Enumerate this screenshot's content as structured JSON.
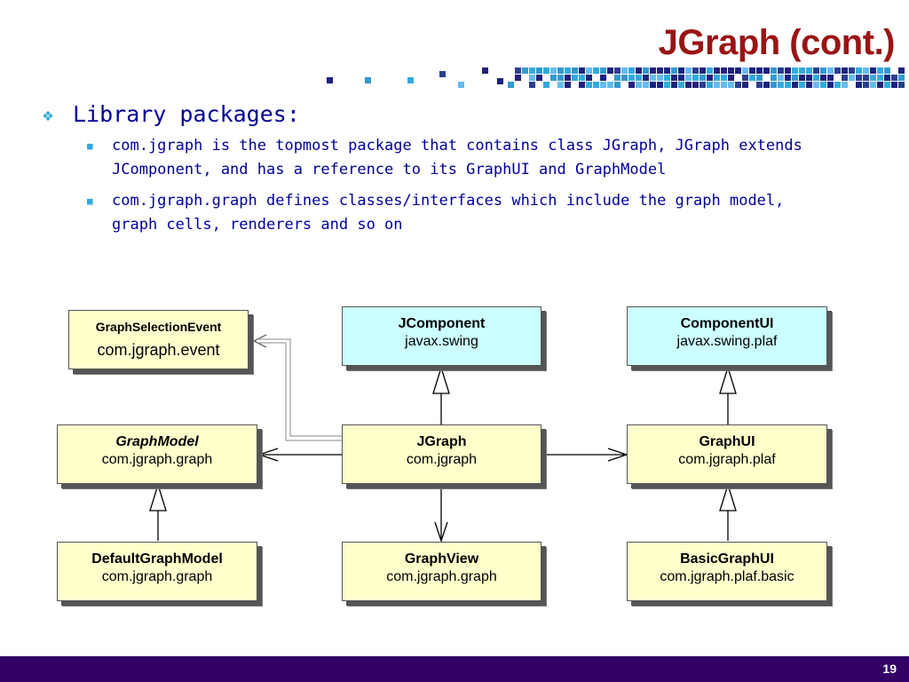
{
  "title": "JGraph (cont.)",
  "heading": "Library packages:",
  "bullets": [
    {
      "line1": "com.jgraph is the topmost package that contains class JGraph, JGraph extends",
      "line2": "JComponent, and has a reference to its GraphUI and GraphModel"
    },
    {
      "line1": "com.jgraph.graph defines classes/interfaces which include the graph model,",
      "line2": "graph cells, renderers and so on"
    }
  ],
  "boxes": {
    "selection_event": {
      "name": "GraphSelectionEvent",
      "pkg": "com.jgraph.event"
    },
    "jcomponent": {
      "name": "JComponent",
      "pkg": "javax.swing"
    },
    "componentui": {
      "name": "ComponentUI",
      "pkg": "javax.swing.plaf"
    },
    "graphmodel": {
      "name": "GraphModel",
      "pkg": "com.jgraph.graph"
    },
    "jgraph": {
      "name": "JGraph",
      "pkg": "com.jgraph"
    },
    "graphui": {
      "name": "GraphUI",
      "pkg": "com.jgraph.plaf"
    },
    "defaultgraphmodel": {
      "name": "DefaultGraphModel",
      "pkg": "com.jgraph.graph"
    },
    "graphview": {
      "name": "GraphView",
      "pkg": "com.jgraph.graph"
    },
    "basicgraphui": {
      "name": "BasicGraphUI",
      "pkg": "com.jgraph.plaf.basic"
    }
  },
  "colors": {
    "title": "#9a1414",
    "text": "#000099",
    "bullet": "#33aadd",
    "box": "#ffffcc",
    "box_alt": "#ccffff",
    "footer": "#330066"
  },
  "page_number": "19"
}
